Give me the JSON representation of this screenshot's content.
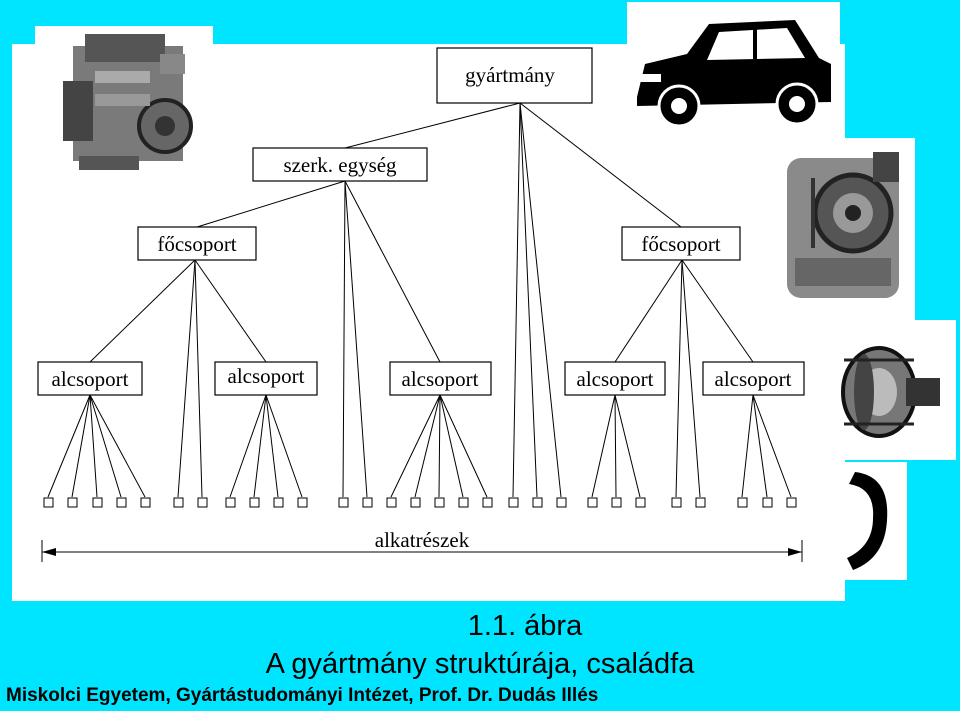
{
  "diagram": {
    "root": "gyártmány",
    "unit": "szerk. egység",
    "main_groups": [
      "főcsoport",
      "főcsoport"
    ],
    "subgroups": [
      "alcsoport",
      "alcsoport",
      "alcsoport",
      "alcsoport",
      "alcsoport"
    ],
    "parts_label": "alkatrészek"
  },
  "caption": {
    "figure_number": "1.1. ábra",
    "title": "A gyártmány struktúrája, családfa"
  },
  "footer": "Miskolci Egyetem, Gyártástudományi Intézet, Prof. Dr. Dudás Illés",
  "colors": {
    "background": "#00E5FF",
    "panel": "#FFFFFF",
    "ink": "#000000"
  },
  "images": [
    "engine-image",
    "car-image",
    "gearbox-image",
    "clutch-image",
    "part-image"
  ]
}
